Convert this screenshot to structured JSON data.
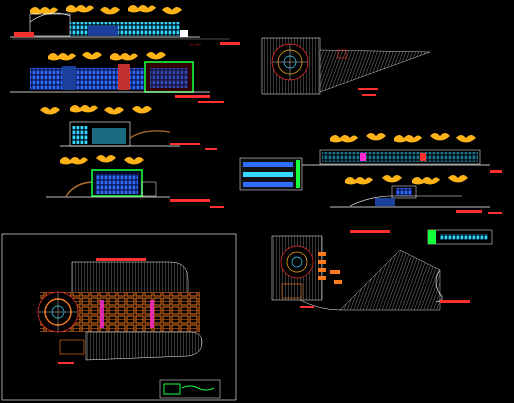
{
  "document": {
    "type": "CAD drawing sheet",
    "background": "#000000"
  },
  "sheets": [
    {
      "id": "elevation-1",
      "kind": "elevation"
    },
    {
      "id": "elevation-2",
      "kind": "elevation"
    },
    {
      "id": "section-small",
      "kind": "section"
    },
    {
      "id": "section-tower",
      "kind": "section"
    },
    {
      "id": "site-plan-top",
      "kind": "plan"
    },
    {
      "id": "long-section-right",
      "kind": "section"
    },
    {
      "id": "elevation-right",
      "kind": "elevation"
    },
    {
      "id": "floor-plan-boxed",
      "kind": "plan"
    },
    {
      "id": "floor-plan-right",
      "kind": "plan"
    }
  ],
  "colors": {
    "cloud": "#ffb319",
    "facade_blue": "#2f6cff",
    "facade_cyan": "#35d7ff",
    "highlight_green": "#14ff3c",
    "hatch_gray": "#9a9a9a",
    "label_red": "#ff3030",
    "white_line": "#ffffff",
    "orange": "#ff7a1a",
    "magenta": "#ff2bd6",
    "frame": "#c8c8c8"
  },
  "icons": [
    "compass-rose-icon",
    "north-arrow-icon"
  ]
}
